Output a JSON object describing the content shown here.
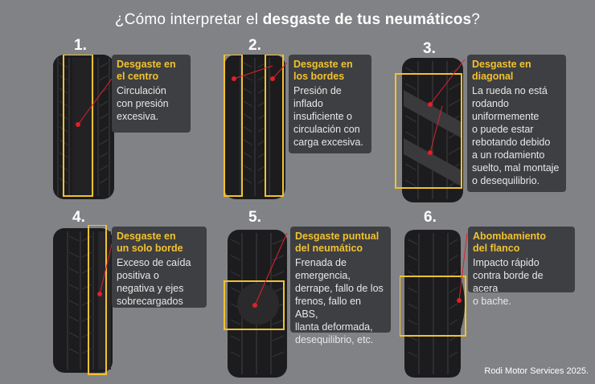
{
  "title": {
    "prefix": "¿Cómo interpretar el ",
    "bold": "desgaste de tus neumáticos",
    "suffix": "?"
  },
  "panels": [
    {
      "number": "1.",
      "title": "Desgaste en\nel centro",
      "description": "Circulación\ncon presión\nexcesiva."
    },
    {
      "number": "2.",
      "title": "Desgaste en\nlos bordes",
      "description": "Presión de\ninflado\ninsuficiente o\ncirculación con\ncarga excesiva."
    },
    {
      "number": "3.",
      "title": "Desgaste en\ndiagonal",
      "description": "La rueda no está\nrodando\nuniformemente\no puede estar\nrebotando debido\na un rodamiento\nsuelto, mal montaje\no desequilibrio."
    },
    {
      "number": "4.",
      "title": "Desgaste en\nun solo borde",
      "description": "Exceso de caída\npositiva o\nnegativa y ejes\nsobrecargados"
    },
    {
      "number": "5.",
      "title": "Desgaste puntual\ndel neumático",
      "description": "Frenada de\nemergencia,\nderrape, fallo de los\nfrenos, fallo en ABS,\nllanta deformada,\ndesequilibrio, etc."
    },
    {
      "number": "6.",
      "title": "Abombamiento\ndel flanco",
      "description": "Impacto rápido\ncontra borde de acera\no bache."
    }
  ],
  "credit": "Rodi Motor Services 2025.",
  "colors": {
    "background": "#808285",
    "card": "#3e3f42",
    "accent": "#f2c230",
    "marker": "#e0202a",
    "tire": "#1c1c1e"
  }
}
